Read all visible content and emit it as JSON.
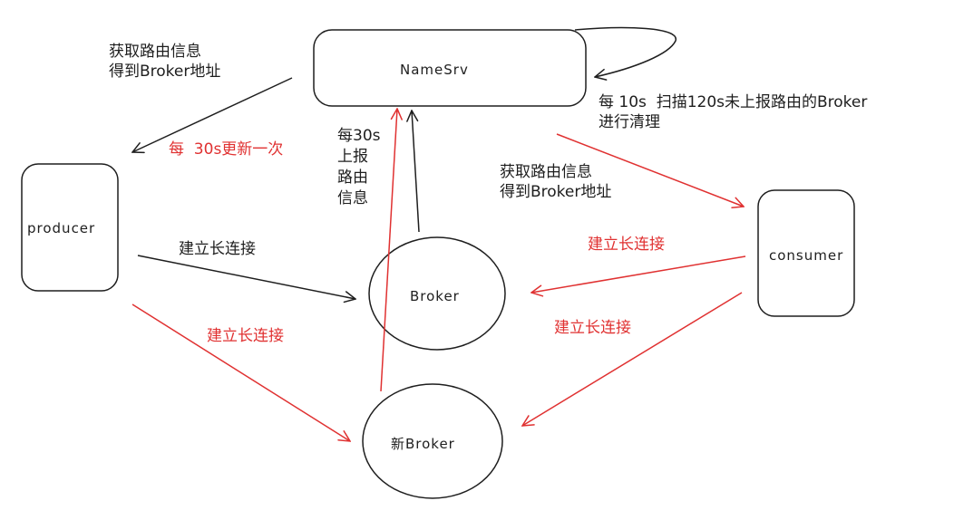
{
  "nodes": {
    "namesrv": "NameSrv",
    "producer": "producer",
    "consumer": "consumer",
    "broker": "Broker",
    "new_broker": "新Broker"
  },
  "labels": {
    "producer_fetch_route": "获取路由信息\n得到Broker地址",
    "namesrv_scan": "每 10s  扫描120s未上报路由的Broker\n进行清理",
    "producer_refresh": "每  30s更新一次",
    "broker_report": "每30s\n上报\n路由\n信息",
    "consumer_fetch_route": "获取路由信息\n得到Broker地址",
    "producer_to_broker": "建立长连接",
    "producer_to_new_broker": "建立长连接",
    "consumer_to_broker": "建立长连接",
    "consumer_to_new_broker": "建立长连接"
  },
  "colors": {
    "ink": "#1e1e1e",
    "red": "#e03131"
  }
}
